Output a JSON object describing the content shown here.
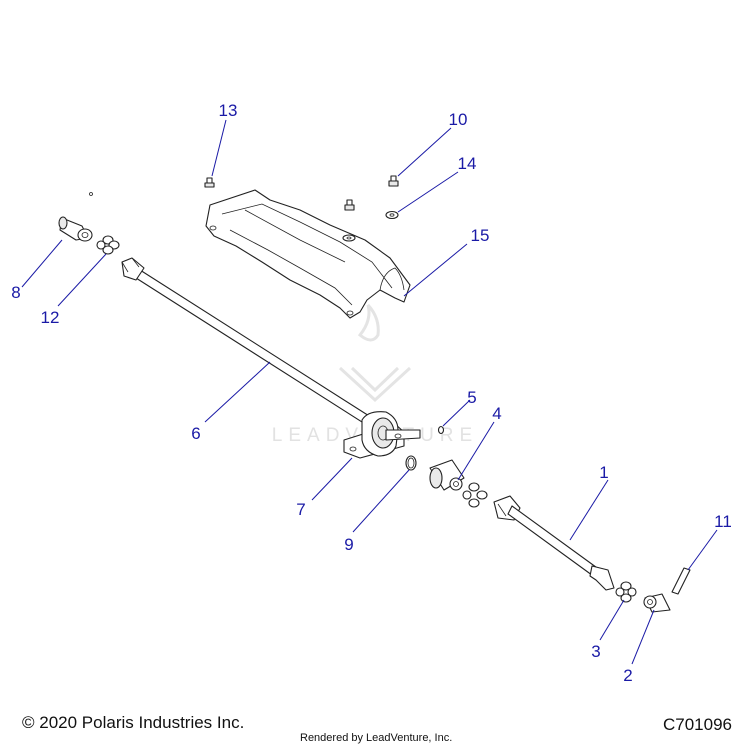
{
  "watermark": {
    "text": "LEADVENTURE"
  },
  "callouts": [
    "1",
    "2",
    "3",
    "4",
    "5",
    "6",
    "7",
    "8",
    "9",
    "10",
    "11",
    "12",
    "13",
    "14",
    "15"
  ],
  "footer": {
    "copyright": "© 2020 Polaris Industries Inc.",
    "rendered_by": "Rendered by LeadVenture, Inc.",
    "diagram_code": "C701096"
  },
  "colors": {
    "callout": "#1a1aa6",
    "line_art": "#222222",
    "watermark": "#e2e2e2"
  }
}
